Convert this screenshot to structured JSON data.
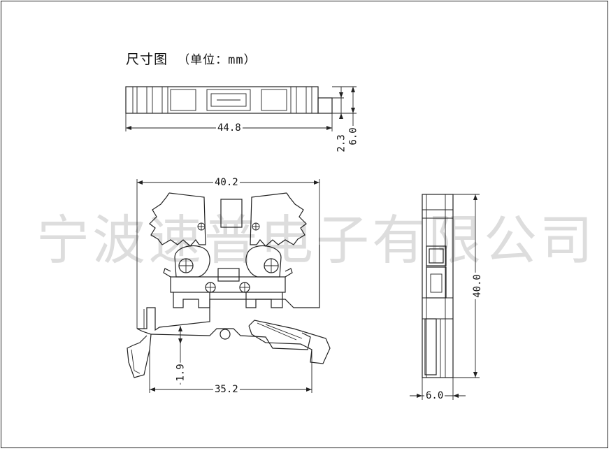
{
  "title": "尺寸图",
  "unit_label": "（单位：mm）",
  "watermark": "宁波速普电子有限公司",
  "dimensions": {
    "top_width": "44.8",
    "top_step": "2.3",
    "top_height": "6.0",
    "front_width": "40.2",
    "rail_width": "35.2",
    "rail_offset": "1.9",
    "side_height": "40.0",
    "side_width": "6.0"
  }
}
